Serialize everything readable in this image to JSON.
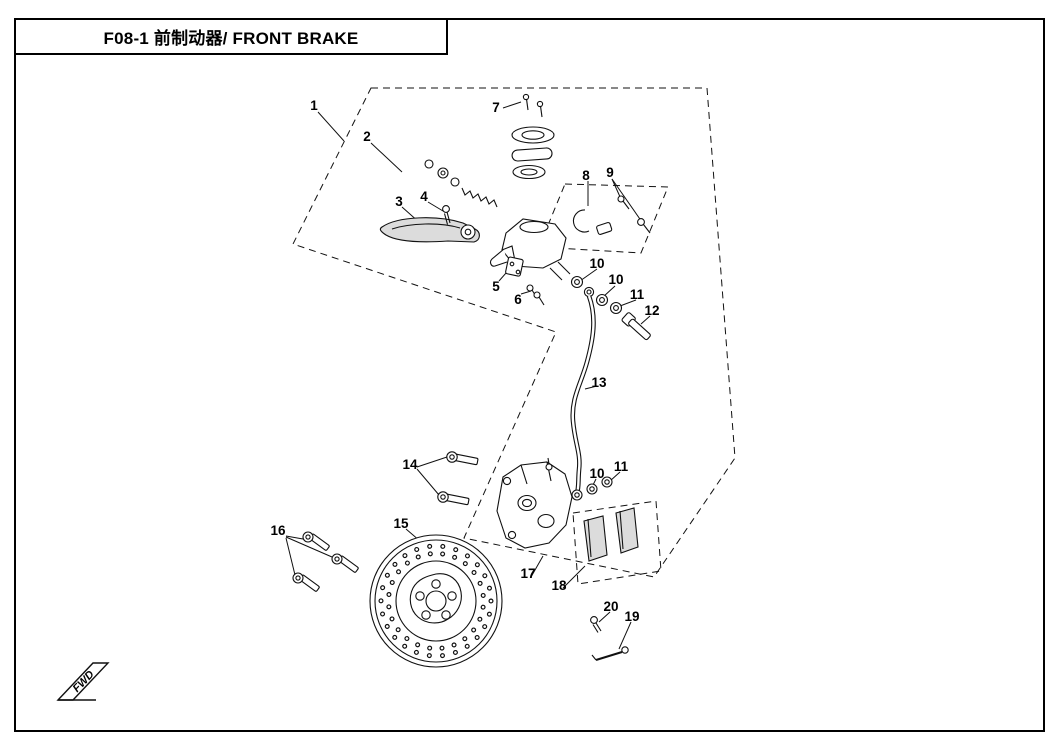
{
  "page": {
    "title": "F08-1 前制动器/ FRONT BRAKE",
    "fwd_label": "FWD"
  },
  "diagram": {
    "callouts": [
      {
        "part": "1"
      },
      {
        "part": "2"
      },
      {
        "part": "3"
      },
      {
        "part": "4"
      },
      {
        "part": "5"
      },
      {
        "part": "6"
      },
      {
        "part": "7"
      },
      {
        "part": "8"
      },
      {
        "part": "9"
      },
      {
        "part": "10"
      },
      {
        "part": "10"
      },
      {
        "part": "11"
      },
      {
        "part": "12"
      },
      {
        "part": "13"
      },
      {
        "part": "10"
      },
      {
        "part": "11"
      },
      {
        "part": "14"
      },
      {
        "part": "15"
      },
      {
        "part": "16"
      },
      {
        "part": "17"
      },
      {
        "part": "18"
      },
      {
        "part": "19"
      },
      {
        "part": "20"
      }
    ]
  }
}
